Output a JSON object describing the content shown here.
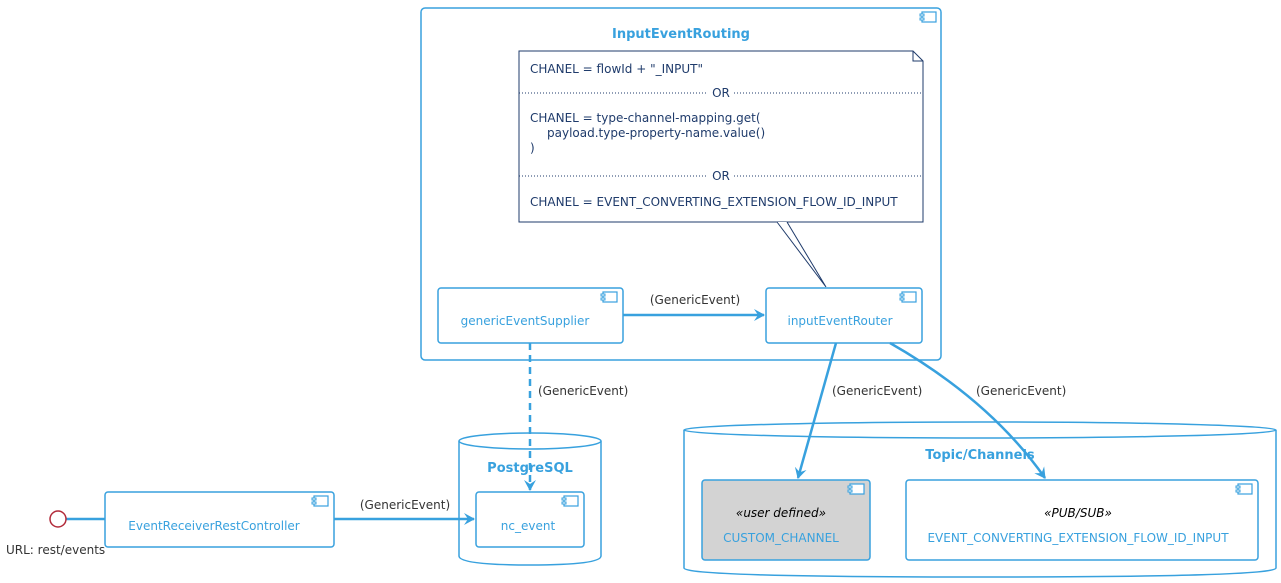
{
  "colors": {
    "accent": "#38a1de",
    "note_border": "#1f3b6b",
    "user_defined_fill": "#d3d3d3",
    "interface": "#b22b3a"
  },
  "components": {
    "input_event_routing": "InputEventRouting",
    "generic_event_supplier": "genericEventSupplier",
    "input_event_router": "inputEventRouter",
    "event_receiver_rest_controller": "EventReceiverRestController",
    "nc_event": "nc_event",
    "postgresql": "PostgreSQL",
    "topic_channels": "Topic/Channels",
    "custom_channel": "CUSTOM_CHANNEL",
    "custom_channel_stereotype": "«user defined»",
    "event_converting_channel": "EVENT_CONVERTING_EXTENSION_FLOW_ID_INPUT",
    "event_converting_stereotype": "«PUB/SUB»"
  },
  "note": {
    "line1": "CHANEL = flowId + \"_INPUT\"",
    "separator1": "OR",
    "line2": "CHANEL = type-channel-mapping.get(",
    "line3": "payload.type-property-name.value()",
    "line4": ")",
    "separator2": "OR",
    "line5": "CHANEL = EVENT_CONVERTING_EXTENSION_FLOW_ID_INPUT"
  },
  "edges": {
    "supplier_to_router": "(GenericEvent)",
    "supplier_to_nc_event": "(GenericEvent)",
    "router_to_custom": "(GenericEvent)",
    "router_to_event_converting": "(GenericEvent)",
    "controller_to_nc_event": "(GenericEvent)"
  },
  "interface": {
    "label": "URL: rest/events"
  }
}
